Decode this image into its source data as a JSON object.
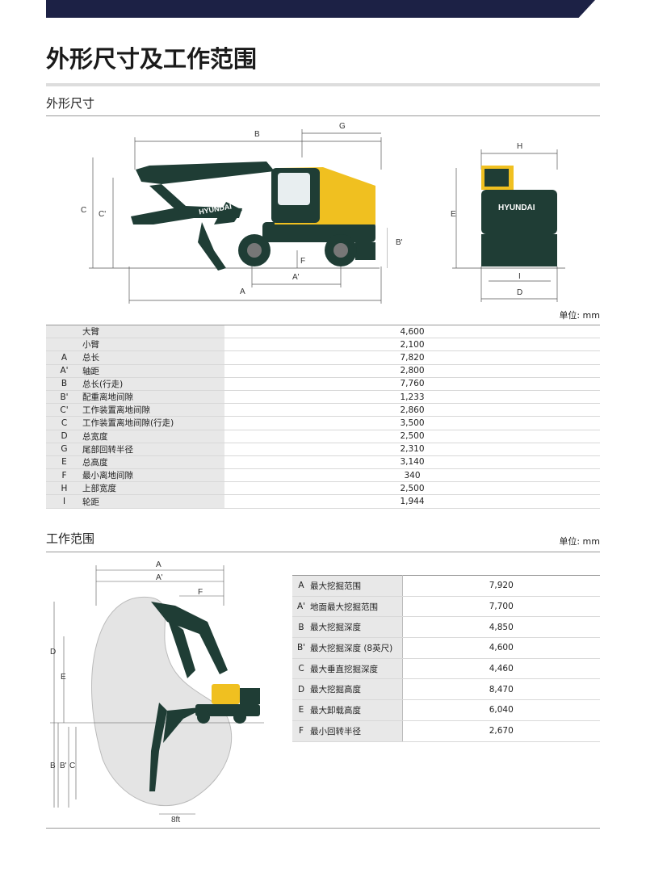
{
  "page": {
    "title": "外形尺寸及工作范围"
  },
  "dimensions": {
    "heading": "外形尺寸",
    "unit": "单位: mm",
    "diagram_labels": {
      "A": "A",
      "A_prime": "A'",
      "B": "B",
      "B_prime": "B'",
      "C": "C",
      "C_prime": "C'",
      "E": "E",
      "F": "F",
      "G": "G",
      "H": "H",
      "I": "I",
      "D": "D"
    },
    "brand": "HYUNDAI",
    "rows": [
      {
        "key": "",
        "name": "大臂",
        "value": "4,600"
      },
      {
        "key": "",
        "name": "小臂",
        "value": "2,100"
      },
      {
        "key": "A",
        "name": "总长",
        "value": "7,820"
      },
      {
        "key": "A'",
        "name": "轴距",
        "value": "2,800"
      },
      {
        "key": "B",
        "name": "总长(行走)",
        "value": "7,760"
      },
      {
        "key": "B'",
        "name": "配重离地间隙",
        "value": "1,233"
      },
      {
        "key": "C'",
        "name": "工作装置离地间隙",
        "value": "2,860"
      },
      {
        "key": "C",
        "name": "工作装置离地间隙(行走)",
        "value": "3,500"
      },
      {
        "key": "D",
        "name": "总宽度",
        "value": "2,500"
      },
      {
        "key": "G",
        "name": "尾部回转半径",
        "value": "2,310"
      },
      {
        "key": "E",
        "name": "总高度",
        "value": "3,140"
      },
      {
        "key": "F",
        "name": "最小离地间隙",
        "value": "340"
      },
      {
        "key": "H",
        "name": "上部宽度",
        "value": "2,500"
      },
      {
        "key": "I",
        "name": "轮距",
        "value": "1,944"
      }
    ]
  },
  "working_range": {
    "heading": "工作范围",
    "unit": "单位: mm",
    "diagram_labels": {
      "A": "A",
      "A_prime": "A'",
      "F": "F",
      "D": "D",
      "E": "E",
      "B": "B",
      "B_prime": "B'",
      "C": "C",
      "ft": "8ft"
    },
    "rows": [
      {
        "key": "A",
        "name": "最大挖掘范围",
        "value": "7,920"
      },
      {
        "key": "A'",
        "name": "地面最大挖掘范围",
        "value": "7,700"
      },
      {
        "key": "B",
        "name": "最大挖掘深度",
        "value": "4,850"
      },
      {
        "key": "B'",
        "name": "最大挖掘深度 (8英尺)",
        "value": "4,600"
      },
      {
        "key": "C",
        "name": "最大垂直挖掘深度",
        "value": "4,460"
      },
      {
        "key": "D",
        "name": "最大挖掘高度",
        "value": "8,470"
      },
      {
        "key": "E",
        "name": "最大卸载高度",
        "value": "6,040"
      },
      {
        "key": "F",
        "name": "最小回转半径",
        "value": "2,670"
      }
    ]
  },
  "colors": {
    "navy": "#1c2145",
    "body": "#1f3d35",
    "yellow": "#f0c020"
  }
}
